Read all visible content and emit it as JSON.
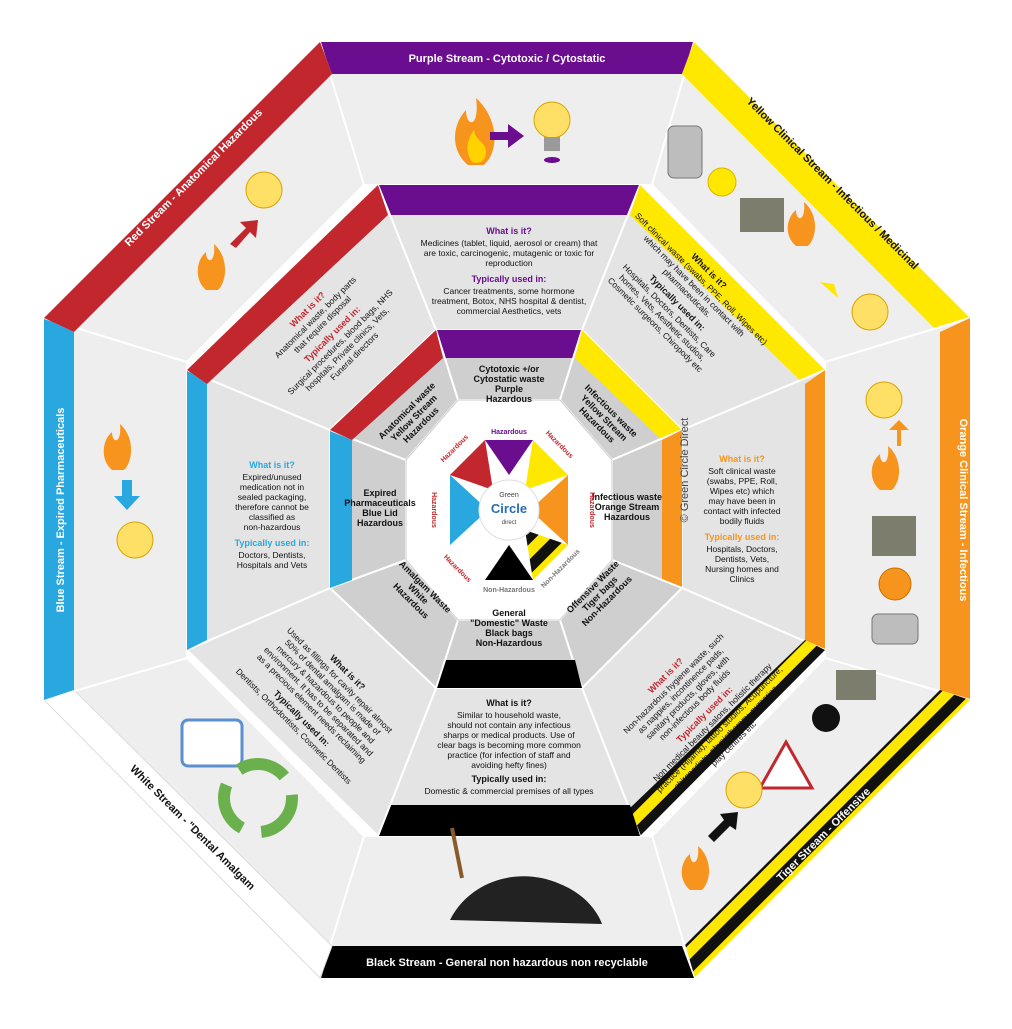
{
  "streams": {
    "purple": {
      "title": "Purple Stream - Cytotoxic / Cytostatic",
      "what_heading": "What is it?",
      "what_text": [
        "Medicines (tablet, liquid, aerosol or cream) that",
        "are toxic, carcinogenic, mutagenic or toxic for",
        "reproduction"
      ],
      "used_heading": "Typically used in:",
      "used_text": [
        "Cancer treatments, some hormone",
        "treatment, Botox, NHS hospital & dentist,",
        "commercial Aesthetics, vets"
      ],
      "inner_label": [
        "Cytotoxic +/or",
        "Cytostatic waste",
        "Purple",
        "Hazardous"
      ],
      "ring_label": "Hazardous",
      "color": "#6a0d8f"
    },
    "yellow": {
      "title": "Yellow Clinical Stream - Infectious / Medicinal",
      "what_heading": "What is it?",
      "what_text": [
        "Soft clinical waste (swabs, PPE, Roll, Wipes etc)",
        "which may have been in contact with",
        "pharmaceuticals."
      ],
      "used_heading": "Typically used in:",
      "used_text": [
        "Hospitals, Doctors, Dentists, Care",
        "homes, Vets, Aesthetic studios,",
        "Cosmetic surgeons, Chiropody etc"
      ],
      "inner_label": [
        "Infectious waste",
        "Yellow Stream",
        "Hazardous"
      ],
      "ring_label": "Hazardous",
      "color": "#ffe800"
    },
    "orange": {
      "title": "Orange Clinical Stream - Infectious",
      "what_heading": "What is it?",
      "what_text": [
        "Soft clinical waste",
        "(swabs, PPE, Roll,",
        "Wipes etc) which",
        "may have been in",
        "contact with infected",
        "bodily fluids"
      ],
      "used_heading": "Typically used in:",
      "used_text": [
        "Hospitals, Doctors,",
        "Dentists, Vets,",
        "Nursing homes and",
        "Clinics"
      ],
      "inner_label": [
        "Infectious waste",
        "Orange Stream",
        "Hazardous"
      ],
      "ring_label": "Hazardous",
      "color": "#f7941d"
    },
    "tiger": {
      "title": "Tiger Stream - Offensive",
      "what_heading": "What is it?",
      "what_text": [
        "Non-hazardous hygiene waste, such",
        "as nappies, incontinence pads,",
        "sanitary products, gloves, with",
        "non-infectious body fluids"
      ],
      "used_heading": "Typically used in:",
      "used_text": [
        "Non medical beauty salons, holistic therapy",
        "practice (Hijama), tattoo studios, Acupuncture,",
        "chiropodists, physiotherapy, nurseries,",
        "play centres etc"
      ],
      "inner_label": [
        "Offensive Waste",
        "Tiger bags",
        "Non-Hazardous"
      ],
      "ring_label": "Non-Hazardous"
    },
    "black": {
      "title": "Black Stream - General non hazardous non recyclable",
      "what_heading": "What is it?",
      "what_text": [
        "Similar to household waste,",
        "should not contain any infectious",
        "sharps or medical products. Use of",
        "clear bags is becoming more common",
        "practice (for infection of staff and",
        "avoiding hefty fines)"
      ],
      "used_heading": "Typically used in:",
      "used_text": [
        "Domestic & commercial premises of all types"
      ],
      "inner_label": [
        "General",
        "\"Domestic\" Waste",
        "Black bags",
        "Non-Hazardous"
      ],
      "ring_label": "Non-Hazardous",
      "color": "#000000"
    },
    "white": {
      "title": "White Stream - \"Dental Amalgam",
      "what_heading": "What is it?",
      "what_text": [
        "Used as fillings for cavity repair almost",
        "50% of dental amalgam is made of",
        "mercury & hazardous to people and",
        "environment. It has to be separated and",
        "as a precious element needs reclaiming"
      ],
      "used_heading": "Typically used in:",
      "used_text": [
        "Dentists, Orthodontists, Cosmetic Dentists"
      ],
      "inner_label": [
        "Amalgam Waste",
        "White",
        "Hazardous"
      ],
      "ring_label": "Hazardous"
    },
    "blue": {
      "title": "Blue Stream - Expired Pharmaceuticals",
      "what_heading": "What is it?",
      "what_text": [
        "Expired/unused",
        "medication not in",
        "sealed packaging,",
        "therefore cannot be",
        "classified as",
        "non-hazardous"
      ],
      "used_heading": "Typically used in:",
      "used_text": [
        "Doctors, Dentists,",
        "Hospitals and Vets"
      ],
      "inner_label": [
        "Expired",
        "Pharmaceuticals",
        "Blue Lid",
        "Hazardous"
      ],
      "ring_label": "Hazardous",
      "color": "#29a8e0"
    },
    "red": {
      "title": "Red Stream - Anatomical Hazardous",
      "what_heading": "What is it?",
      "what_text": [
        "Anatomical waste, body parts",
        "that require disposal"
      ],
      "used_heading": "Typically used in:",
      "used_text": [
        "Surgical procedures, blood bags, NHS",
        "hospitals, Private clinics, Vets,",
        "Funeral directors"
      ],
      "inner_label": [
        "Anatomical waste",
        "Yellow Stream",
        "Hazardous"
      ],
      "ring_label": "Hazardous",
      "color": "#c1272d"
    }
  },
  "logo": {
    "top": "Green",
    "main": "Circle",
    "sub": "direct"
  },
  "watermark": "© Green Circle Direct",
  "icons": [
    "flame-icon",
    "arrow-icon",
    "lightbulb-icon",
    "autoclave-icon",
    "sterilised-waste-icon",
    "saw-blade-icon",
    "recycle-icon",
    "amalgam-separator-icon",
    "spade-icon",
    "soil-heap-icon",
    "thermometer-warning-icon"
  ]
}
